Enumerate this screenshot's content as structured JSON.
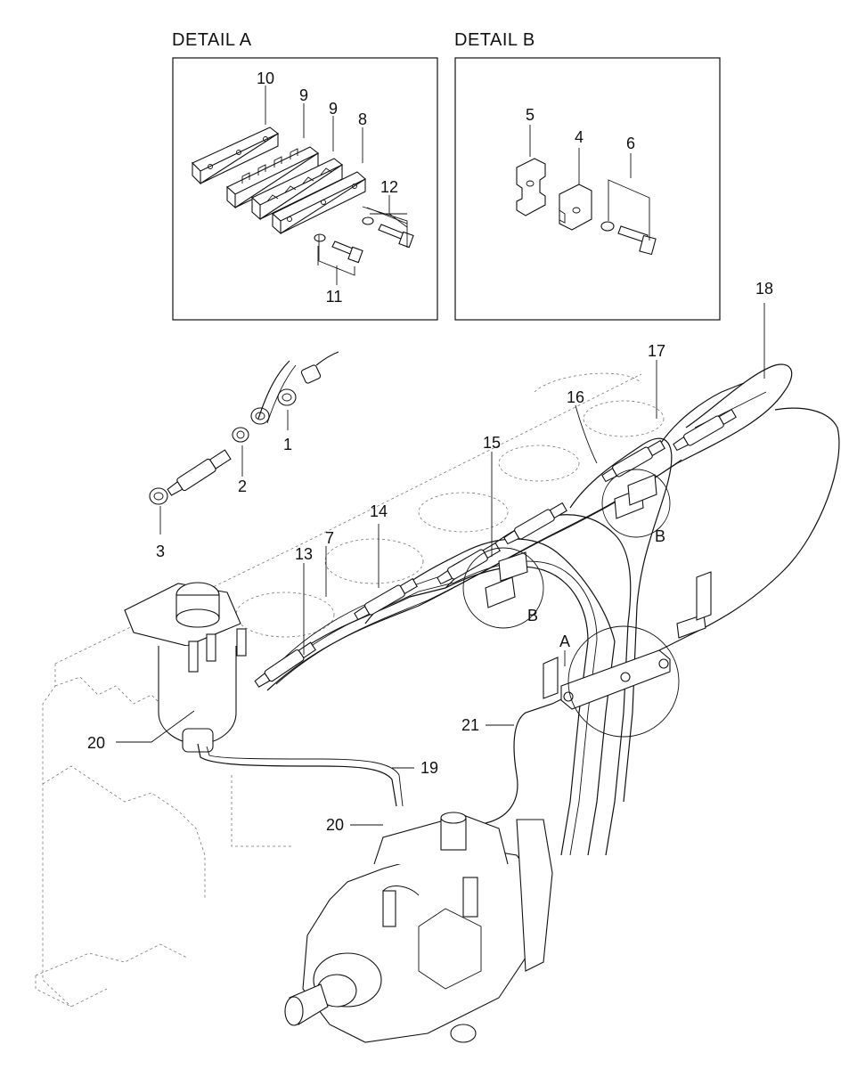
{
  "details": {
    "a_title": "DETAIL A",
    "b_title": "DETAIL B"
  },
  "callouts": {
    "c1": "1",
    "c2": "2",
    "c3": "3",
    "c4": "4",
    "c5": "5",
    "c6": "6",
    "c7": "7",
    "c8": "8",
    "c9a": "9",
    "c9b": "9",
    "c10": "10",
    "c11": "11",
    "c12": "12",
    "c13": "13",
    "c14": "14",
    "c15": "15",
    "c16": "16",
    "c17": "17",
    "c18": "18",
    "c19": "19",
    "c20a": "20",
    "c20b": "20",
    "c21": "21"
  },
  "markers": {
    "a": "A",
    "b1": "B",
    "b2": "B"
  }
}
